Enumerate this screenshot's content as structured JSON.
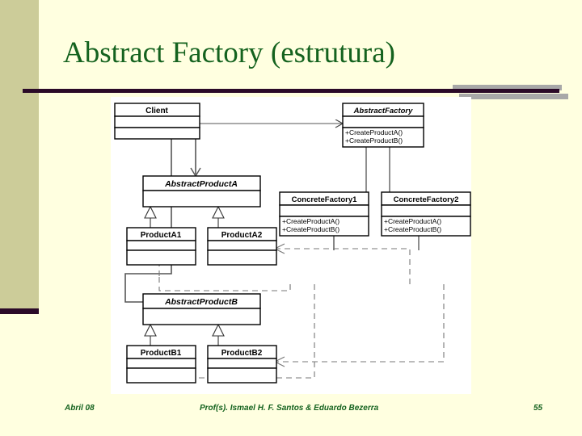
{
  "slide": {
    "title": "Abstract Factory (estrutura)",
    "title_color": "#14621E",
    "background_color": "#FFFFE0",
    "accent_bar_color": "#CCCC99",
    "rule_color": "#2B0A28"
  },
  "footer": {
    "date": "Abril 08",
    "authors": "Prof(s). Ismael H. F. Santos & Eduardo Bezerra",
    "page_number": "55"
  },
  "diagram": {
    "type": "uml-class-diagram",
    "classes": {
      "client": {
        "name": "Client",
        "italic": false,
        "methods": []
      },
      "abstract_factory": {
        "name": "AbstractFactory",
        "italic": true,
        "methods": [
          "+CreateProductA()",
          "+CreateProductB()"
        ]
      },
      "concrete_factory1": {
        "name": "ConcreteFactory1",
        "italic": false,
        "methods": [
          "+CreateProductA()",
          "+CreateProductB()"
        ]
      },
      "concrete_factory2": {
        "name": "ConcreteFactory2",
        "italic": false,
        "methods": [
          "+CreateProductA()",
          "+CreateProductB()"
        ]
      },
      "abstract_product_a": {
        "name": "AbstractProductA",
        "italic": true,
        "methods": []
      },
      "product_a1": {
        "name": "ProductA1",
        "italic": false,
        "methods": []
      },
      "product_a2": {
        "name": "ProductA2",
        "italic": false,
        "methods": []
      },
      "abstract_product_b": {
        "name": "AbstractProductB",
        "italic": true,
        "methods": []
      },
      "product_b1": {
        "name": "ProductB1",
        "italic": false,
        "methods": []
      },
      "product_b2": {
        "name": "ProductB2",
        "italic": false,
        "methods": []
      }
    },
    "relationships": [
      {
        "kind": "association",
        "from": "client",
        "to": "abstract_factory"
      },
      {
        "kind": "association",
        "from": "client",
        "to": "abstract_product_a"
      },
      {
        "kind": "association",
        "from": "client",
        "to": "abstract_product_b"
      },
      {
        "kind": "generalization",
        "from": "concrete_factory1",
        "to": "abstract_factory"
      },
      {
        "kind": "generalization",
        "from": "concrete_factory2",
        "to": "abstract_factory"
      },
      {
        "kind": "generalization",
        "from": "product_a1",
        "to": "abstract_product_a"
      },
      {
        "kind": "generalization",
        "from": "product_a2",
        "to": "abstract_product_a"
      },
      {
        "kind": "generalization",
        "from": "product_b1",
        "to": "abstract_product_b"
      },
      {
        "kind": "generalization",
        "from": "product_b2",
        "to": "abstract_product_b"
      },
      {
        "kind": "dependency",
        "from": "concrete_factory1",
        "to": "product_a1"
      },
      {
        "kind": "dependency",
        "from": "concrete_factory1",
        "to": "product_b1"
      },
      {
        "kind": "dependency",
        "from": "concrete_factory2",
        "to": "product_a2"
      },
      {
        "kind": "dependency",
        "from": "concrete_factory2",
        "to": "product_b2"
      }
    ]
  }
}
